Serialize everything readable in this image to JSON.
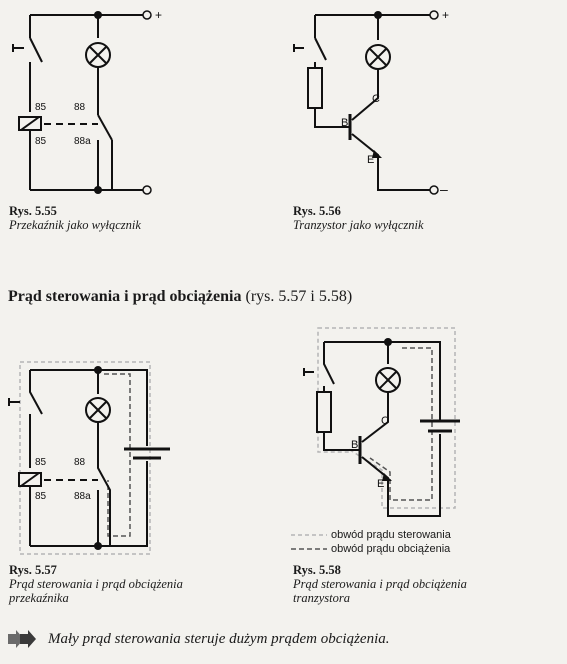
{
  "figures": {
    "f555": {
      "num": "Rys. 5.55",
      "caption": "Przekaźnik jako wyłącznik",
      "labels": {
        "plus": "+",
        "t85a": "85",
        "t85b": "85",
        "t88": "88",
        "t88a": "88a"
      }
    },
    "f556": {
      "num": "Rys. 5.56",
      "caption": "Tranzystor jako wyłącznik",
      "labels": {
        "plus": "+",
        "minus": "–",
        "b": "B",
        "c": "C",
        "e": "E"
      }
    },
    "f557": {
      "num": "Rys. 5.57",
      "caption_line1": "Prąd sterowania i prąd obciążenia",
      "caption_line2": "przekaźnika",
      "labels": {
        "t85a": "85",
        "t85b": "85",
        "t88": "88",
        "t88a": "88a"
      }
    },
    "f558": {
      "num": "Rys. 5.58",
      "caption_line1": "Prąd sterowania i prąd obciążenia",
      "caption_line2": "tranzystora",
      "labels": {
        "b": "B",
        "c": "C",
        "e": "E"
      }
    }
  },
  "section": {
    "title": "Prąd sterowania i prąd obciążenia",
    "ref": " (rys. 5.57 i 5.58)"
  },
  "legend": {
    "control": "obwód prądu sterowania",
    "load": "obwód prądu obciążenia"
  },
  "note": {
    "text": "Mały prąd sterowania steruje dużym prądem obciążenia.",
    "icon": "arrow-hand-icon"
  },
  "colors": {
    "line": "#111111",
    "control_path": "#b5b5b5",
    "load_path": "#555555"
  }
}
